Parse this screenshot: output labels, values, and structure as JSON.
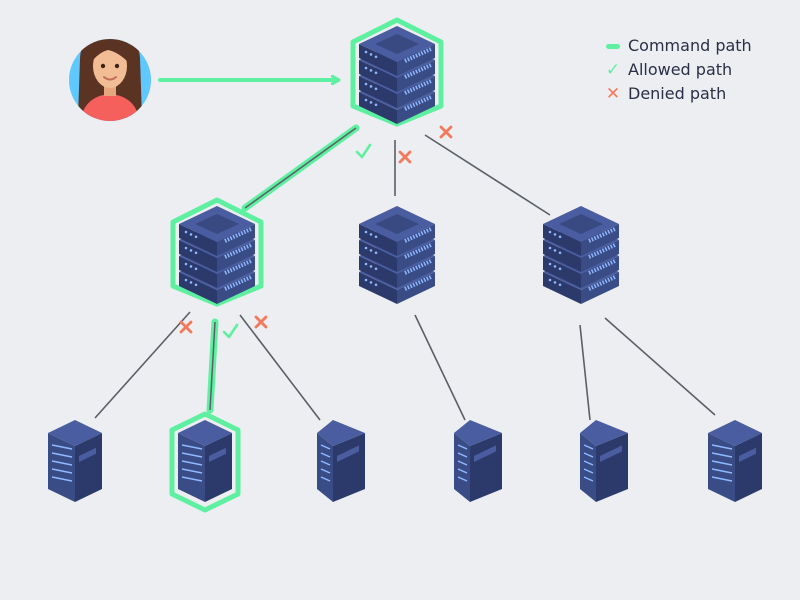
{
  "colors": {
    "background": "#eceef2",
    "command": "#5ef0a0",
    "allowed": "#5ef0a0",
    "denied": "#f2795a",
    "link": "#5b5f66",
    "server_dark": "#2c3a6b",
    "server_mid": "#3a4c86",
    "server_top": "#4a5da0",
    "server_light": "#8fb8ff"
  },
  "legend": {
    "command_label": "Command path",
    "allowed_label": "Allowed path",
    "denied_label": "Denied path",
    "allowed_glyph": "✓",
    "denied_glyph": "✕"
  },
  "icons": {
    "user": "user-avatar-icon",
    "stack_server": "server-stack-icon",
    "leaf_server": "server-tower-icon",
    "allowed": "check-icon",
    "denied": "cross-icon"
  }
}
